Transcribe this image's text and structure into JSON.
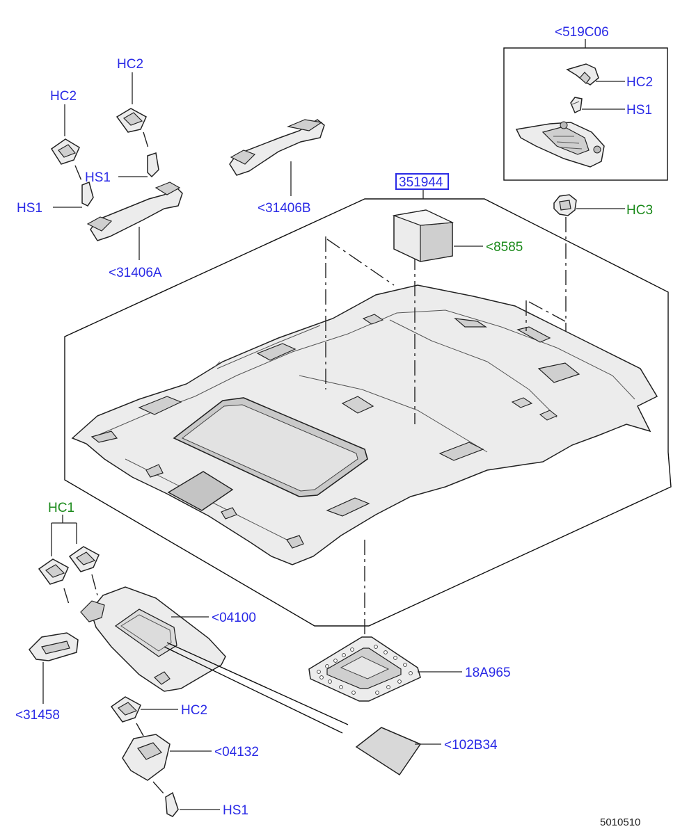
{
  "diagram": {
    "callouts": {
      "hc2_a": "HC2",
      "hc2_b": "HC2",
      "hc2_c": "HC2",
      "hc2_d": "HC2",
      "hs1_a": "HS1",
      "hs1_b": "HS1",
      "hs1_c": "HS1",
      "hs1_d": "HS1",
      "grab_a": "<31406A",
      "grab_b": "<31406B",
      "headliner": "351944",
      "pad": "<8585",
      "inset_ref": "<519C06",
      "hc3": "HC3",
      "hc1": "HC1",
      "visor": "<04100",
      "visor_clip": "<31458",
      "bracket": "<04132",
      "frame": "18A965",
      "mirror": "<102B34"
    },
    "colors": {
      "part_ref": "#2a2ae6",
      "hardware_ref": "#1b8a1b",
      "highlight_box": "#2a2ae6"
    },
    "figure_id": "5010510"
  }
}
